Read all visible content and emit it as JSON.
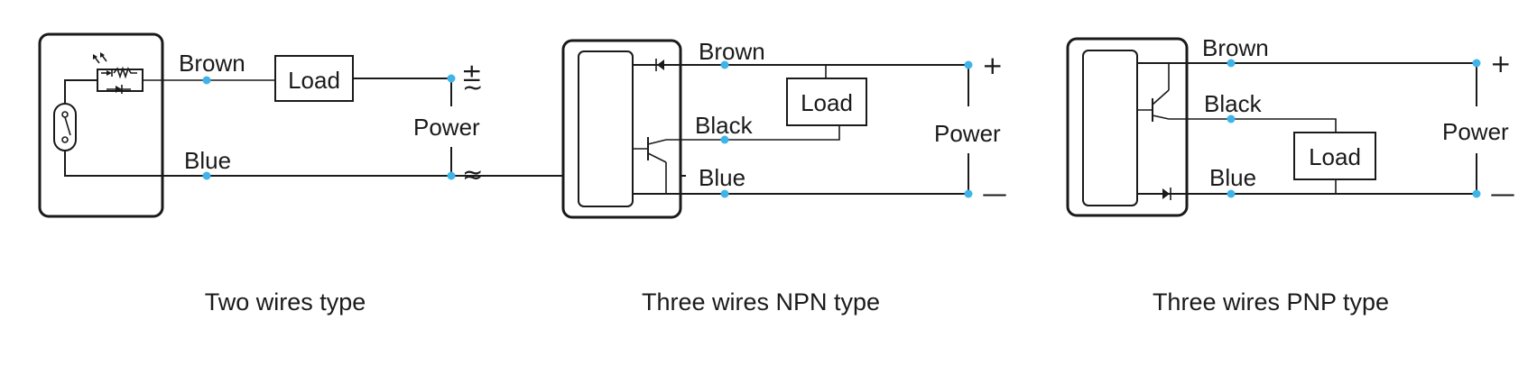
{
  "two_wire": {
    "brown_label": "Brown",
    "blue_label": "Blue",
    "load_label": "Load",
    "power_label": "Power",
    "plus_symbol": "±",
    "tilde_top": "~",
    "tilde_bottom": "≈",
    "caption": "Two wires type"
  },
  "npn": {
    "brown_label": "Brown",
    "black_label": "Black",
    "blue_label": "Blue",
    "load_label": "Load",
    "power_label": "Power",
    "plus_symbol": "+",
    "minus_symbol": "—",
    "caption": "Three wires NPN type"
  },
  "pnp": {
    "brown_label": "Brown",
    "black_label": "Black",
    "blue_label": "Blue",
    "load_label": "Load",
    "power_label": "Power",
    "plus_symbol": "+",
    "minus_symbol": "—",
    "caption": "Three wires PNP type"
  },
  "colors": {
    "terminal": "#3fb4e8",
    "line": "#1a1a1a"
  }
}
